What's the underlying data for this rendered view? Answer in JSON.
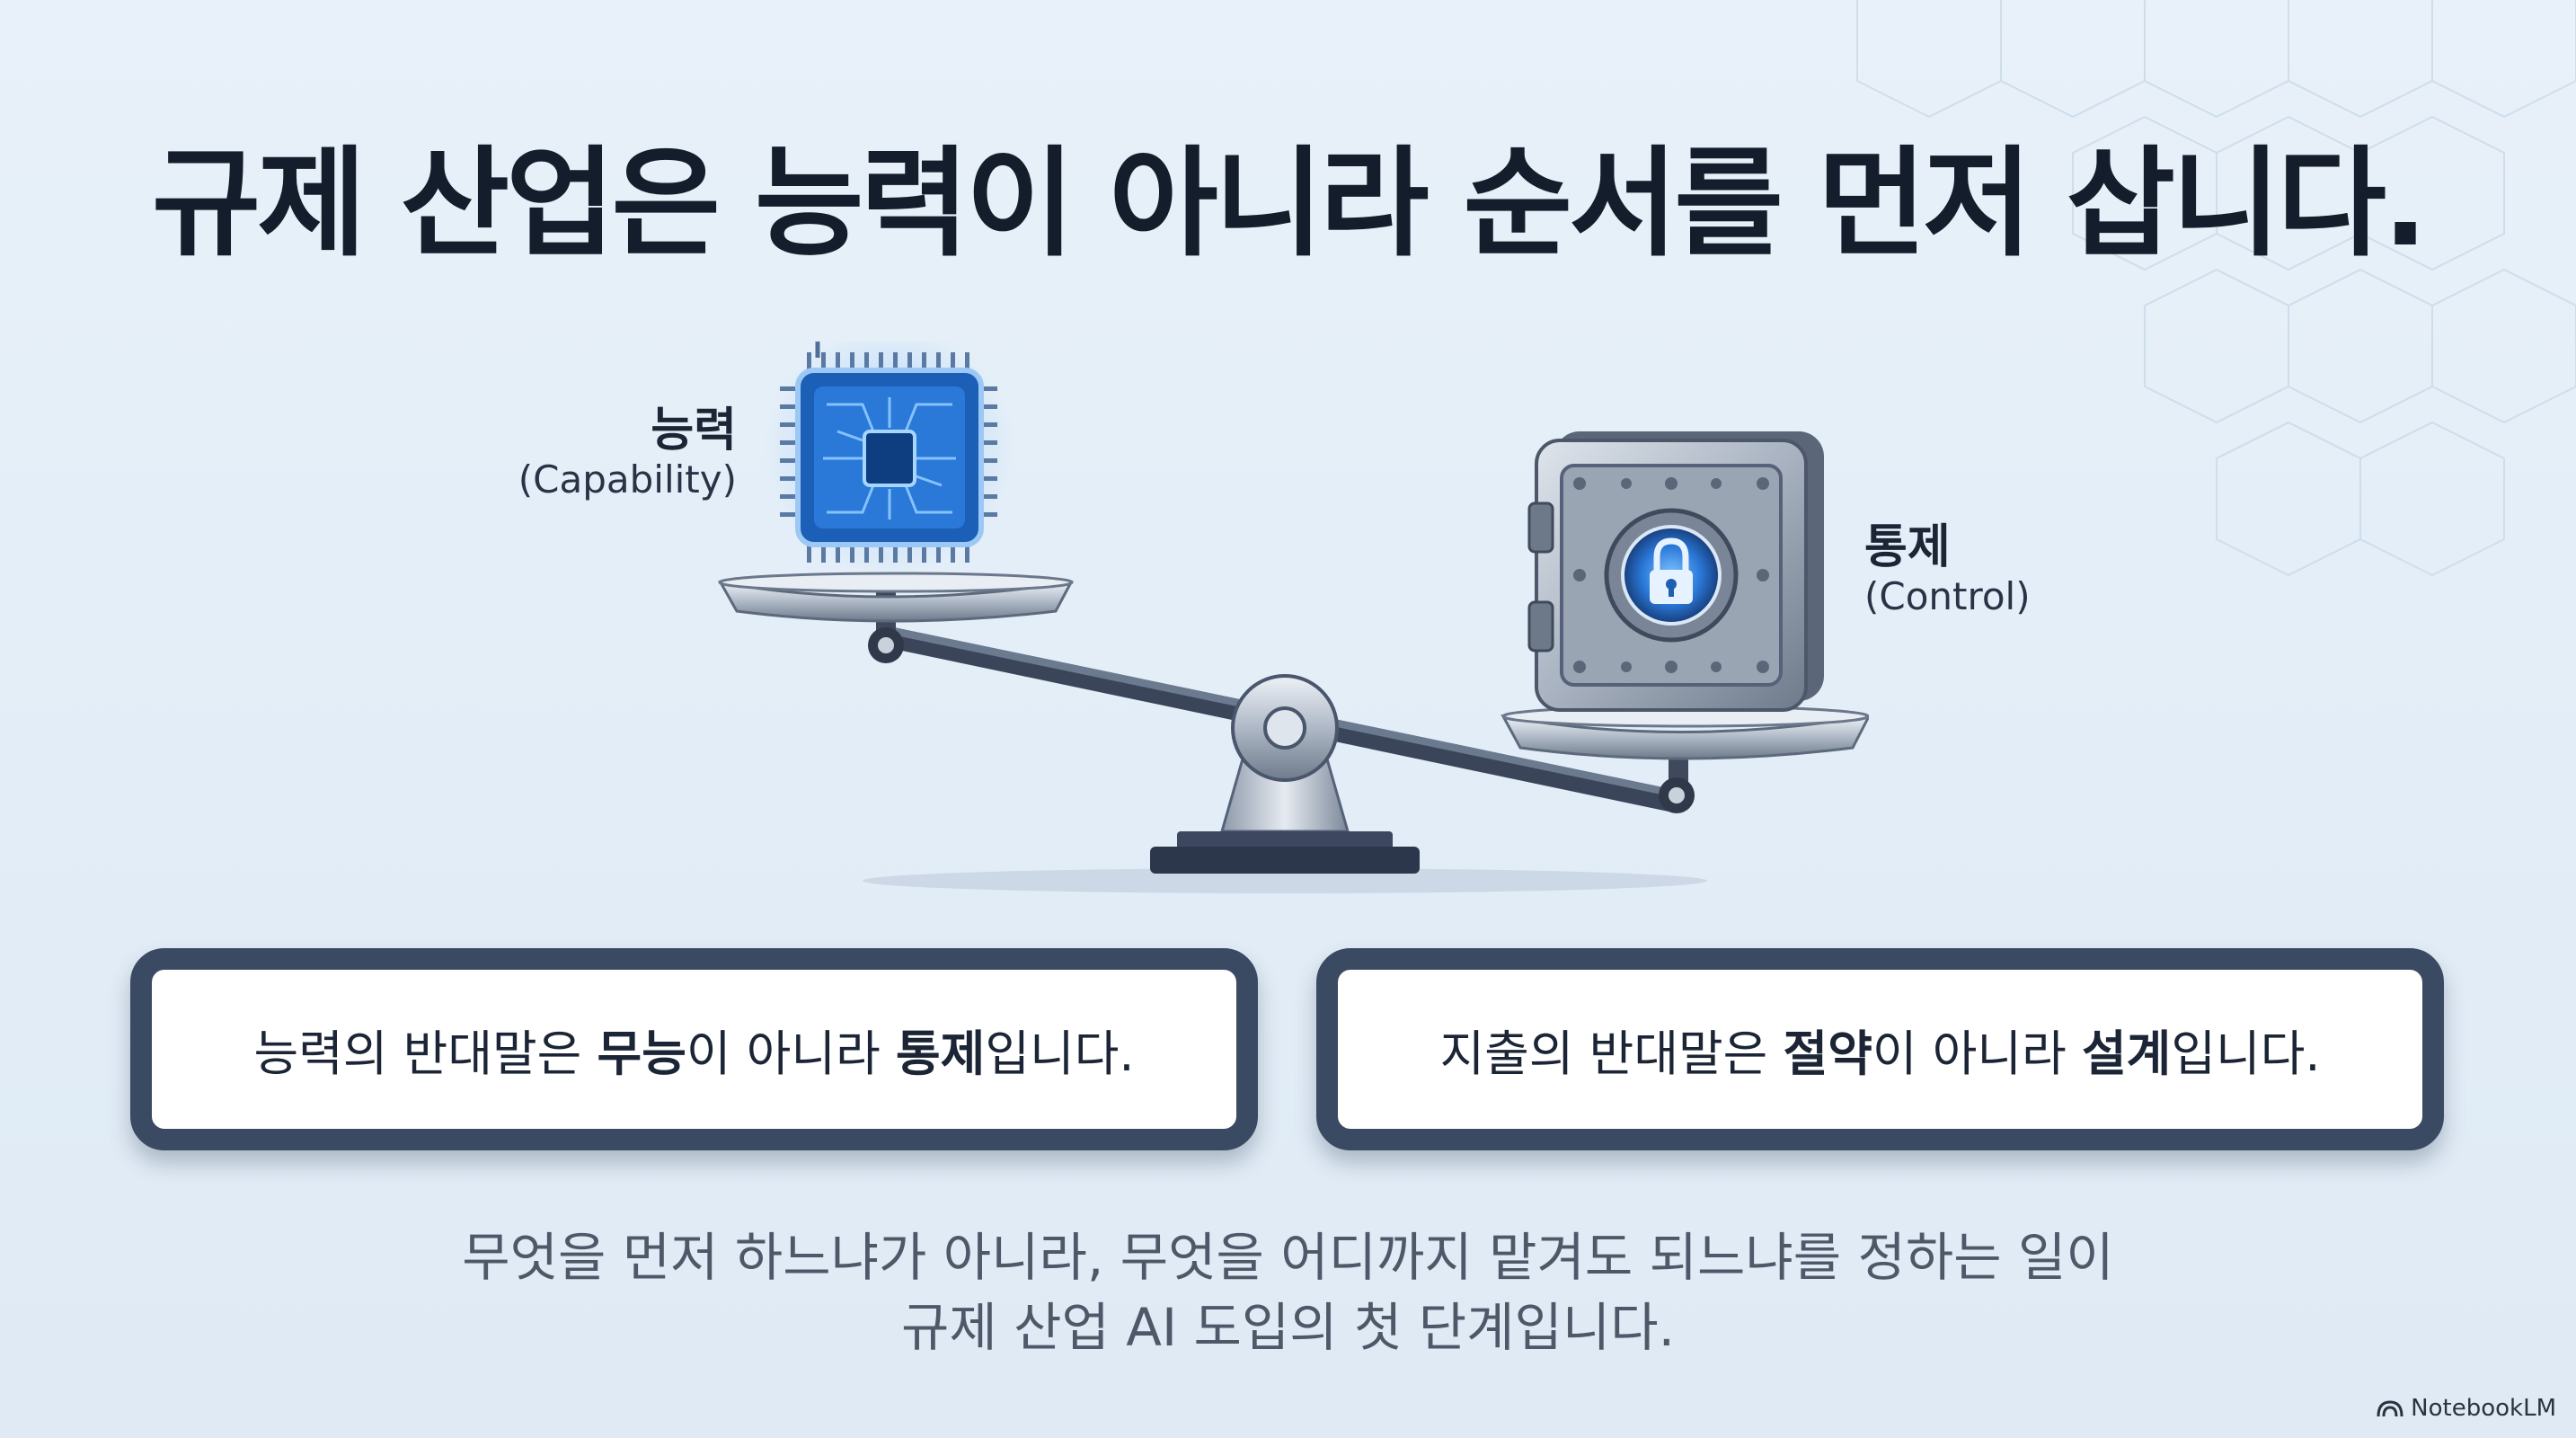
{
  "title": "규제 산업은 능력이 아니라 순서를 먼저 삽니다.",
  "scale": {
    "left_label_ko": "능력",
    "left_label_en": "(Capability)",
    "right_label_ko": "통제",
    "right_label_en": "(Control)",
    "left_icon": "microchip-icon",
    "right_icon": "vault-safe-icon"
  },
  "cards": [
    {
      "pre": "능력의 반대말은 ",
      "bold1": "무능",
      "mid": "이 아니라 ",
      "bold2": "통제",
      "post": "입니다."
    },
    {
      "pre": "지출의 반대말은 ",
      "bold1": "절약",
      "mid": "이 아니라 ",
      "bold2": "설계",
      "post": "입니다."
    }
  ],
  "bottom": {
    "line1": "무엇을 먼저 하느냐가 아니라, 무엇을 어디까지 맡겨도 되느냐를 정하는 일이",
    "line2": "규제 산업 AI 도입의 첫 단계입니다."
  },
  "brand": "NotebookLM",
  "colors": {
    "background": "#e4eef8",
    "title": "#141d2b",
    "card_border": "#3b4a63",
    "chip_blue": "#1f6fd1",
    "body_text": "#4f5868"
  }
}
